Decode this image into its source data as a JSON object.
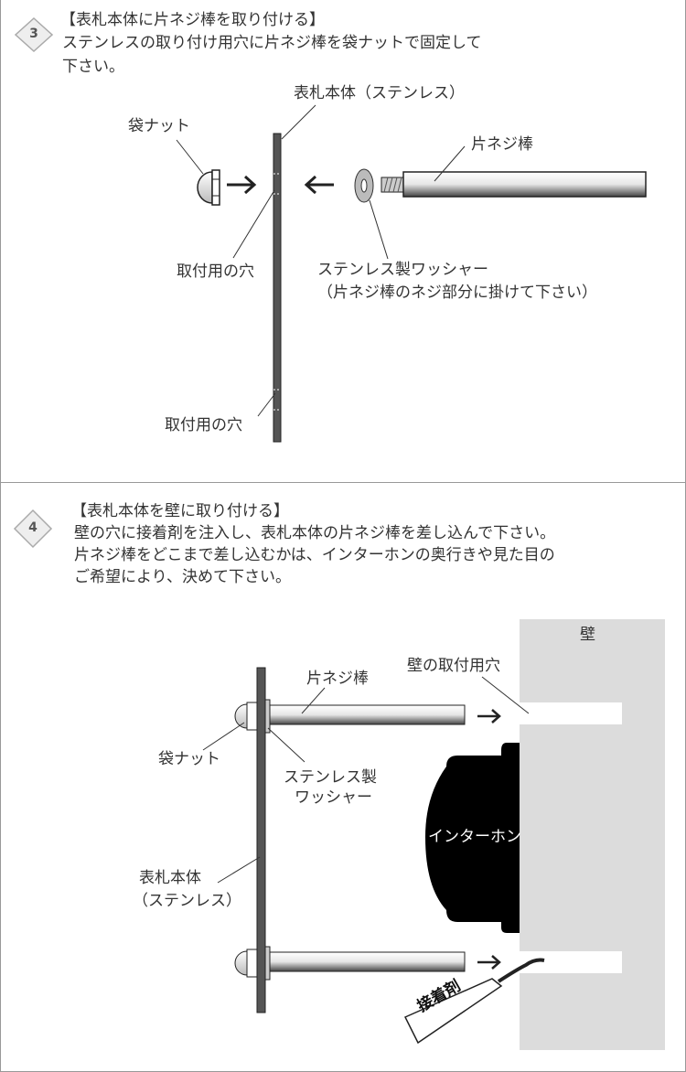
{
  "step3": {
    "number": "3",
    "title": "【表札本体に片ネジ棒を取り付ける】",
    "lines": [
      "ステンレスの取り付け用穴に片ネジ棒を袋ナットで固定して",
      "下さい。"
    ],
    "labels": {
      "plate": "表札本体（ステンレス）",
      "cap_nut": "袋ナット",
      "threaded_rod": "片ネジ棒",
      "hole_top": "取付用の穴",
      "hole_bottom": "取付用の穴",
      "washer": "ステンレス製ワッシャー",
      "washer_note": "（片ネジ棒のネジ部分に掛けて下さい）"
    }
  },
  "step4": {
    "number": "4",
    "title": "【表札本体を壁に取り付ける】",
    "lines": [
      "壁の穴に接着剤を注入し、表札本体の片ネジ棒を差し込んで下さい。",
      "片ネジ棒をどこまで差し込むかは、インターホンの奥行きや見た目の",
      "ご希望により、決めて下さい。"
    ],
    "labels": {
      "wall": "壁",
      "wall_hole": "壁の取付用穴",
      "threaded_rod": "片ネジ棒",
      "cap_nut": "袋ナット",
      "washer_1": "ステンレス製",
      "washer_2": "ワッシャー",
      "intercom": "インターホン",
      "plate_1": "表札本体",
      "plate_2": "（ステンレス）",
      "adhesive": "接着剤"
    }
  },
  "colors": {
    "border": "#999999",
    "wall": "#dcdcdc",
    "plate": "#555555",
    "intercom": "#000000"
  }
}
